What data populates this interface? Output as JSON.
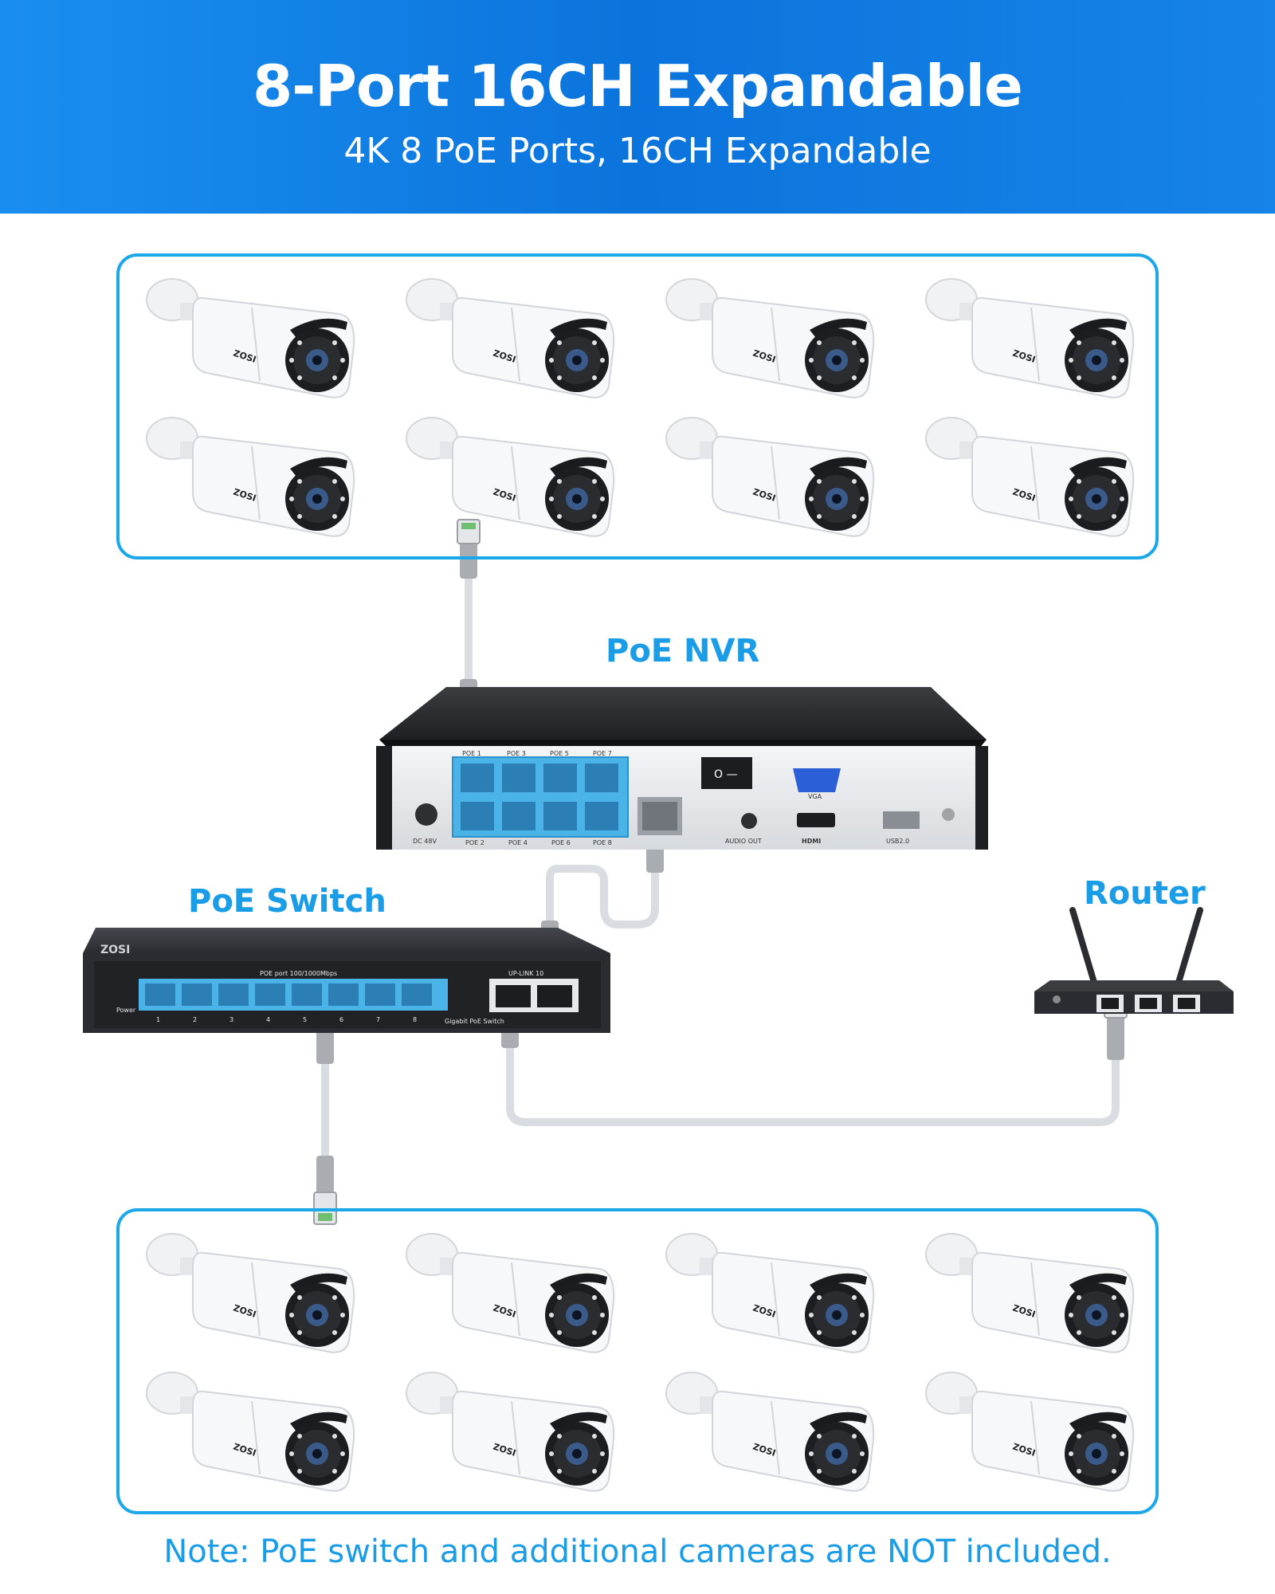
{
  "header": {
    "title": "8-Port 16CH Expandable",
    "subtitle": "4K 8 PoE Ports, 16CH Expandable"
  },
  "labels": {
    "nvr": "PoE NVR",
    "switch": "PoE Switch",
    "router": "Router"
  },
  "camera": {
    "brand": "ZOSI",
    "count_top": 8,
    "count_bottom": 8
  },
  "nvr_panel": {
    "poe_top": [
      "POE 1",
      "POE 3",
      "POE 5",
      "POE 7"
    ],
    "poe_bottom": [
      "POE 2",
      "POE 4",
      "POE 6",
      "POE 8"
    ],
    "dc": "DC 48V",
    "vga": "VGA",
    "audio": "AUDIO OUT",
    "hdmi": "HDMI",
    "usb": "USB2.0",
    "power_mark": "O —"
  },
  "switch_panel": {
    "brand": "ZOSI",
    "poe_caption": "POE port 100/1000Mbps",
    "uplink": "UP-LINK 10",
    "power": "Power",
    "port_numbers": [
      "1",
      "2",
      "3",
      "4",
      "5",
      "6",
      "7",
      "8"
    ],
    "model": "Gigabit PoE Switch"
  },
  "note": "Note: PoE switch and additional cameras are NOT included.",
  "colors": {
    "banner": "#0b74dc",
    "accent": "#1a9de6",
    "port": "#4ab4e8",
    "device": "#2b2d31"
  }
}
